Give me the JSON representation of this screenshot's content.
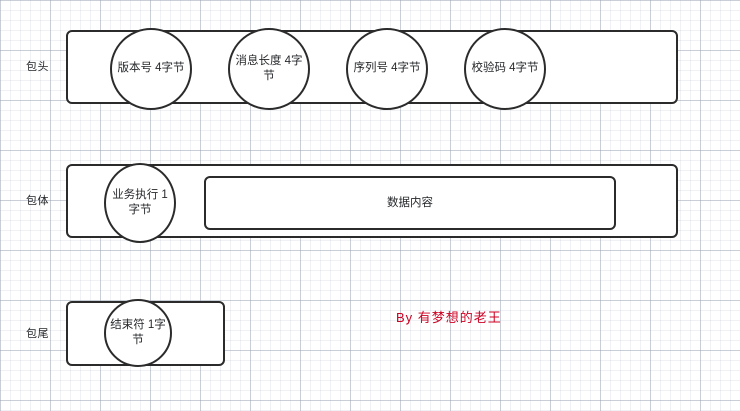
{
  "diagram": {
    "title": "packet-structure-diagram",
    "accent_color": "#2b2b2b",
    "signature_color": "#cc0022",
    "rows": [
      {
        "label": "包头",
        "bubbles": [
          {
            "text": "版本号\n4字节"
          },
          {
            "text": "消息长度\n4字节"
          },
          {
            "text": "序列号\n4字节"
          },
          {
            "text": "校验码\n4字节"
          }
        ]
      },
      {
        "label": "包体",
        "bubbles": [
          {
            "text": "业务执行\n1字节"
          }
        ],
        "inner_box_label": "数据内容"
      },
      {
        "label": "包尾",
        "bubbles": [
          {
            "text": "结束符\n1字节"
          }
        ]
      }
    ],
    "signature": "By 有梦想的老王"
  }
}
